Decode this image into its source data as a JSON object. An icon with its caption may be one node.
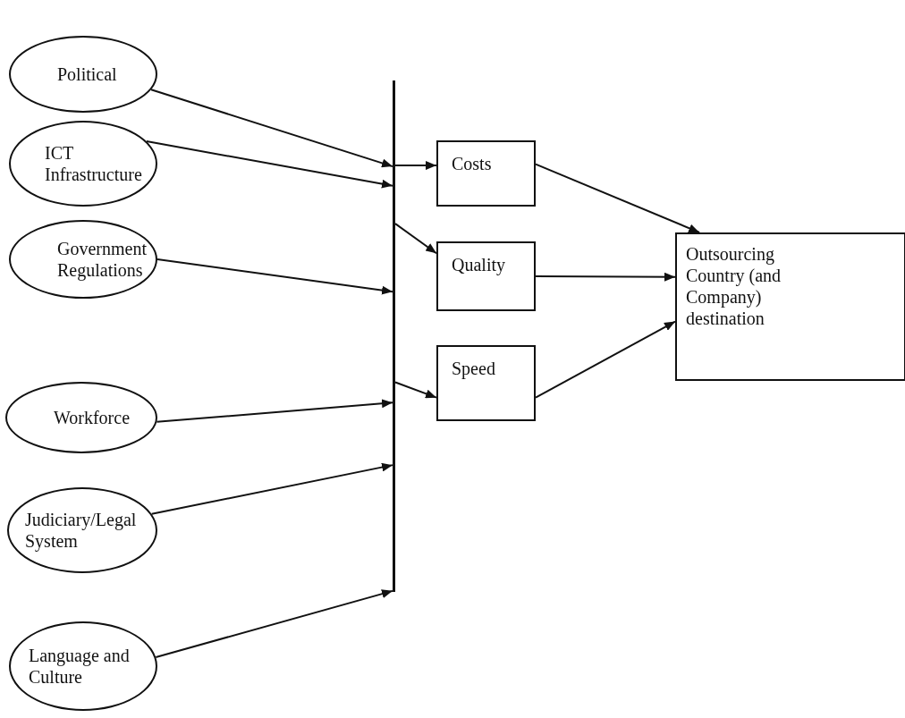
{
  "diagram": {
    "nodes": [
      {
        "text": [
          "Political"
        ]
      },
      {
        "text": [
          "ICT Infrastructure"
        ]
      },
      {
        "text": [
          "Government Regulations"
        ]
      },
      {
        "text": [
          "Workforce"
        ]
      },
      {
        "text": [
          "Judiciary/Legal System"
        ]
      },
      {
        "text": [
          "Language and Culture"
        ]
      },
      {
        "text": [],
        "shape": "bar"
      },
      {
        "text": [
          "Costs"
        ]
      },
      {
        "text": [
          "Quality"
        ]
      },
      {
        "text": [
          "Speed"
        ]
      },
      {
        "text": [
          "Outsourcing Country (and Company) destination"
        ]
      }
    ],
    "edges": [
      {
        "from": 0,
        "to": 6,
        "arrow": "to"
      },
      {
        "from": 1,
        "to": 6,
        "arrow": "to"
      },
      {
        "from": 2,
        "to": 6,
        "arrow": "to"
      },
      {
        "from": 3,
        "to": 6,
        "arrow": "to"
      },
      {
        "from": 4,
        "to": 6,
        "arrow": "to"
      },
      {
        "from": 5,
        "to": 6,
        "arrow": "to"
      },
      {
        "from": 6,
        "to": 7,
        "arrow": "to"
      },
      {
        "from": 6,
        "to": 8,
        "arrow": "to"
      },
      {
        "from": 6,
        "to": 9,
        "arrow": "to"
      },
      {
        "from": 7,
        "to": 10,
        "arrow": "to"
      },
      {
        "from": 8,
        "to": 10,
        "arrow": "to"
      },
      {
        "from": 9,
        "to": 10,
        "arrow": "to"
      }
    ]
  }
}
